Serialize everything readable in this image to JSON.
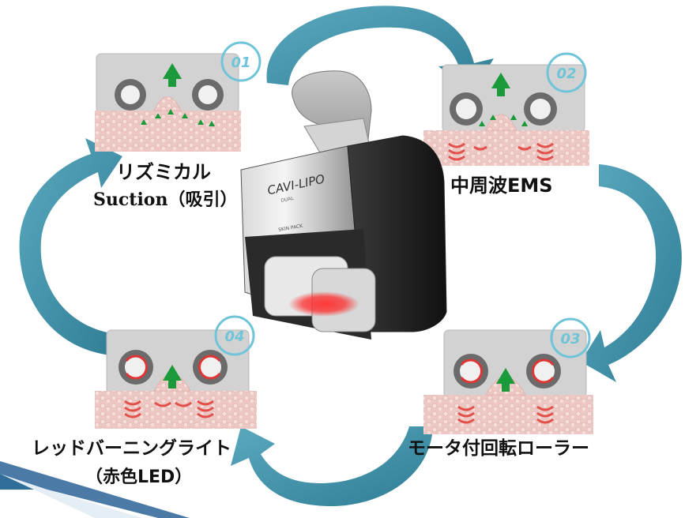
{
  "steps": [
    {
      "number": "01",
      "label": "リズミカル",
      "sublabel": "Suction（吸引）"
    },
    {
      "number": "02",
      "label": "中周波EMS"
    },
    {
      "number": "03",
      "label": "モータ付回転ローラー"
    },
    {
      "number": "04",
      "label": "レッドバーニングライト",
      "sublabel": "（赤色LED）"
    }
  ],
  "device": {
    "brand": "CAVI-LIPO",
    "model_line": "DUAL",
    "maker": "SKIN PACK"
  },
  "colors": {
    "cycle_arrow": "#3e8fa6",
    "badge": "#6fc4d8",
    "skin": "#ecc9c4",
    "up_arrow": "#1a9a3a",
    "ems_wave": "#e3504a",
    "rotation": "#e03535",
    "led": "#ff2a2a"
  }
}
